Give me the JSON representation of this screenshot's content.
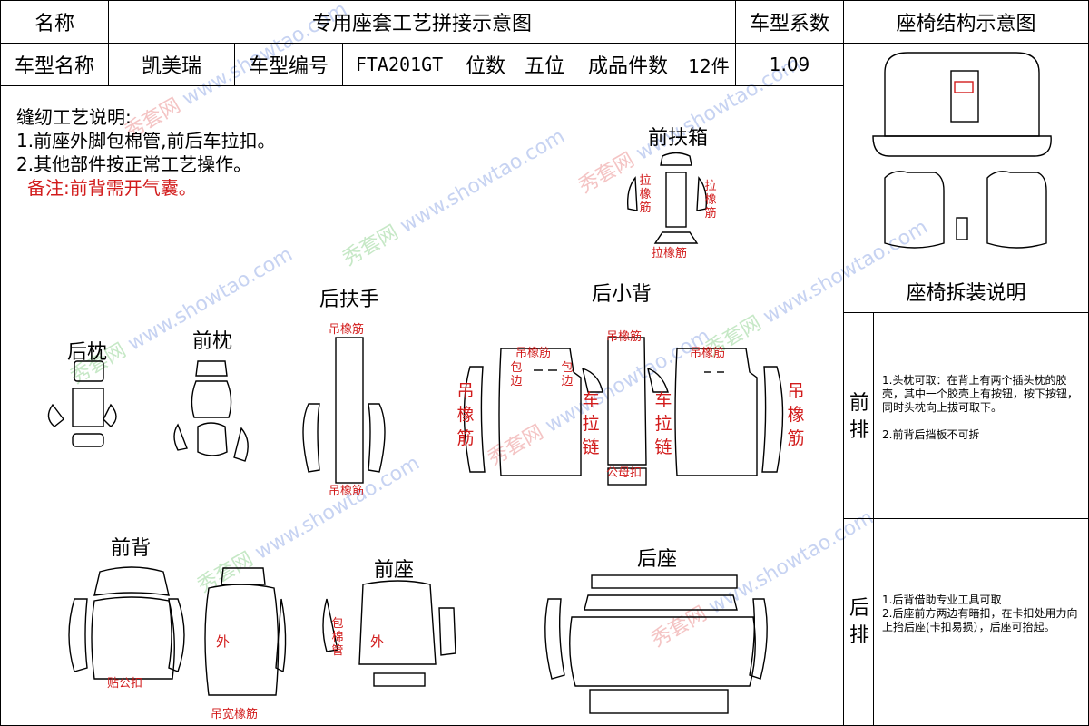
{
  "header": {
    "name_label": "名称",
    "title": "专用座套工艺拼接示意图",
    "coef_label": "车型系数",
    "struct_label": "座椅结构示意图",
    "car_name_label": "车型名称",
    "car_name": "凯美瑞",
    "car_code_label": "车型编号",
    "car_code": "FTA201GT",
    "seat_label": "位数",
    "seat_value": "五位",
    "pieces_label": "成品件数",
    "pieces_value": "12件",
    "coef_value": "1.09"
  },
  "notes": {
    "title": "缝纫工艺说明:",
    "line1": "1.前座外脚包棉管,前后车拉扣。",
    "line2": "2.其他部件按正常工艺操作。",
    "remark": "备注:前背需开气囊。"
  },
  "parts": {
    "front_armrest": "前扶箱",
    "rear_armrest": "后扶手",
    "rear_small_back": "后小背",
    "rear_pillow": "后枕",
    "front_pillow": "前枕",
    "front_back": "前背",
    "front_seat": "前座",
    "rear_seat": "后座"
  },
  "annotations": {
    "pull_band": "拉橡筋",
    "hang_band": "吊橡筋",
    "edge": "包边",
    "zipper": "车拉链",
    "male_female_buckle": "公母扣",
    "outer": "外",
    "stick_male_buckle": "贴公扣",
    "cotton_tube": "包棉管",
    "wide_band": "吊宽橡筋"
  },
  "watermark": {
    "cn": "秀套网",
    "url": "www.showtao.com"
  },
  "right_panel": {
    "disassembly_title": "座椅拆装说明",
    "front_row": "前排",
    "rear_row": "后排",
    "front_instr_1": "1.头枕可取：在背上有两个插头枕的胶壳，其中一个胶壳上有按钮，按下按钮，同时头枕向上拔可取下。",
    "front_instr_2": "2.前背后挡板不可拆",
    "rear_instr_1": "1.后背借助专业工具可取",
    "rear_instr_2": "2.后座前方两边有暗扣，在卡扣处用力向上抬后座(卡扣易损），后座可抬起。"
  },
  "colors": {
    "accent_red": "#d21c1c",
    "line": "#000000"
  }
}
